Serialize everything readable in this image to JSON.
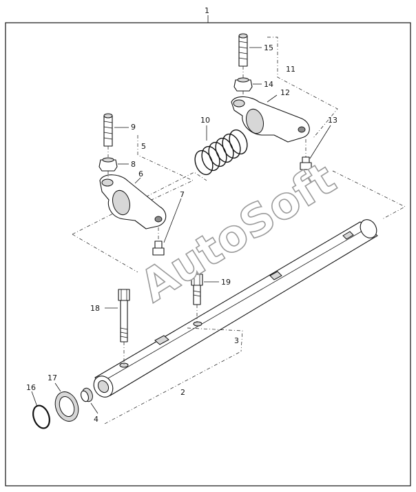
{
  "diagram": {
    "assembly_number": "1",
    "watermark": "AutoSoft",
    "callouts": {
      "p2": "2",
      "p3": "3",
      "p4": "4",
      "p5": "5",
      "p6": "6",
      "p7": "7",
      "p8": "8",
      "p9": "9",
      "p10": "10",
      "p11": "11",
      "p12": "12",
      "p13": "13",
      "p14": "14",
      "p15": "15",
      "p16": "16",
      "p17": "17",
      "p18": "18",
      "p19": "19"
    }
  }
}
